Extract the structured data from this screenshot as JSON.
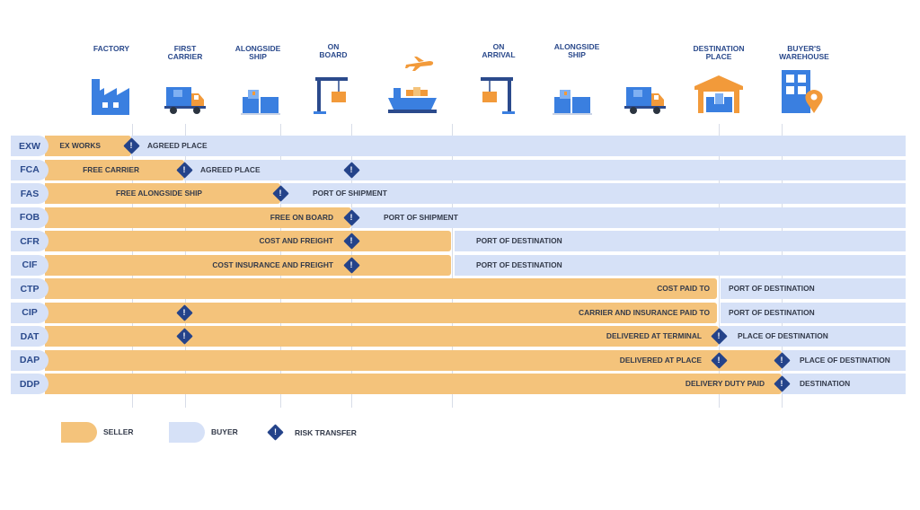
{
  "columns": [
    {
      "key": "factory",
      "label": "FACTORY"
    },
    {
      "key": "first_carrier",
      "label": "FIRST CARRIER"
    },
    {
      "key": "alongside_ship_1",
      "label": "ALONGSIDE SHIP"
    },
    {
      "key": "on_board",
      "label": "ON BOARD"
    },
    {
      "key": "air_sea",
      "label": ""
    },
    {
      "key": "on_arrival",
      "label": "ON ARRIVAL"
    },
    {
      "key": "alongside_ship_2",
      "label": "ALONGSIDE SHIP"
    },
    {
      "key": "delivery_truck",
      "label": ""
    },
    {
      "key": "destination_place",
      "label": "DESTINATION PLACE"
    },
    {
      "key": "buyers_warehouse",
      "label": "BUYER'S WAREHOUSE"
    }
  ],
  "icons": [
    "factory-icon",
    "delivery-truck-icon",
    "boxes-icon",
    "crane-icon",
    "airplane-icon",
    "cargo-ship-icon",
    "crane-icon",
    "boxes-icon",
    "delivery-truck-icon",
    "warehouse-icon",
    "building-location-icon"
  ],
  "rows": [
    {
      "code": "EXW",
      "seller_label": "EX WORKS",
      "buyer_label": "AGREED PLACE"
    },
    {
      "code": "FCA",
      "seller_label": "FREE CARRIER",
      "buyer_label": "AGREED PLACE"
    },
    {
      "code": "FAS",
      "seller_label": "FREE ALONGSIDE SHIP",
      "buyer_label": "PORT OF SHIPMENT"
    },
    {
      "code": "FOB",
      "seller_label": "FREE ON BOARD",
      "buyer_label": "PORT OF SHIPMENT"
    },
    {
      "code": "CFR",
      "seller_label": "COST AND FREIGHT",
      "buyer_label": "PORT OF DESTINATION"
    },
    {
      "code": "CIF",
      "seller_label": "COST INSURANCE AND FREIGHT",
      "buyer_label": "PORT OF DESTINATION"
    },
    {
      "code": "CTP",
      "seller_label": "COST PAID TO",
      "buyer_label": "PORT OF DESTINATION"
    },
    {
      "code": "CIP",
      "seller_label": "CARRIER AND INSURANCE PAID TO",
      "buyer_label": "PORT OF DESTINATION"
    },
    {
      "code": "DAT",
      "seller_label": "DELIVERED AT TERMINAL",
      "buyer_label": "PLACE OF DESTINATION"
    },
    {
      "code": "DAP",
      "seller_label": "DELIVERED AT PLACE",
      "buyer_label": "PLACE OF DESTINATION"
    },
    {
      "code": "DDP",
      "seller_label": "DELIVERY DUTY PAID",
      "buyer_label": "DESTINATION"
    }
  ],
  "risk_glyph": "!",
  "legend": {
    "seller": "SELLER",
    "buyer": "BUYER",
    "risk_transfer": "RISK TRANSFER"
  },
  "colors": {
    "seller": "#f4c37b",
    "buyer": "#d6e1f7",
    "risk": "#24438a",
    "heading": "#2b4a8c",
    "icon_blue": "#3a7fe0",
    "icon_orange": "#f29a3a"
  }
}
